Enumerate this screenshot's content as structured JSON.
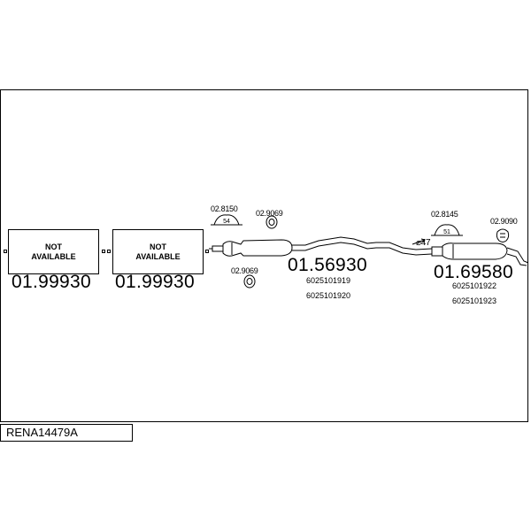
{
  "drawing_ref": "RENA14479A",
  "unavailable_parts": [
    {
      "line1": "NOT",
      "line2": "AVAILABLE",
      "number": "01.99930"
    },
    {
      "line1": "NOT",
      "line2": "AVAILABLE",
      "number": "01.99930"
    }
  ],
  "middle_section": {
    "number": "01.56930",
    "oem_numbers": [
      "6025101919",
      "6025101920"
    ]
  },
  "rear_section": {
    "number": "01.69580",
    "oem_numbers": [
      "6025101922",
      "6025101923"
    ]
  },
  "fittings": {
    "clamp_front": {
      "number": "02.8150",
      "size": "54"
    },
    "hanger_top": {
      "number": "02.9069"
    },
    "hanger_bottom": {
      "number": "02.9069"
    },
    "clamp_rear": {
      "number": "02.8145",
      "size": "51"
    },
    "hanger_rear": {
      "number": "02.9090"
    }
  },
  "pipe_diameter": "⌀47"
}
